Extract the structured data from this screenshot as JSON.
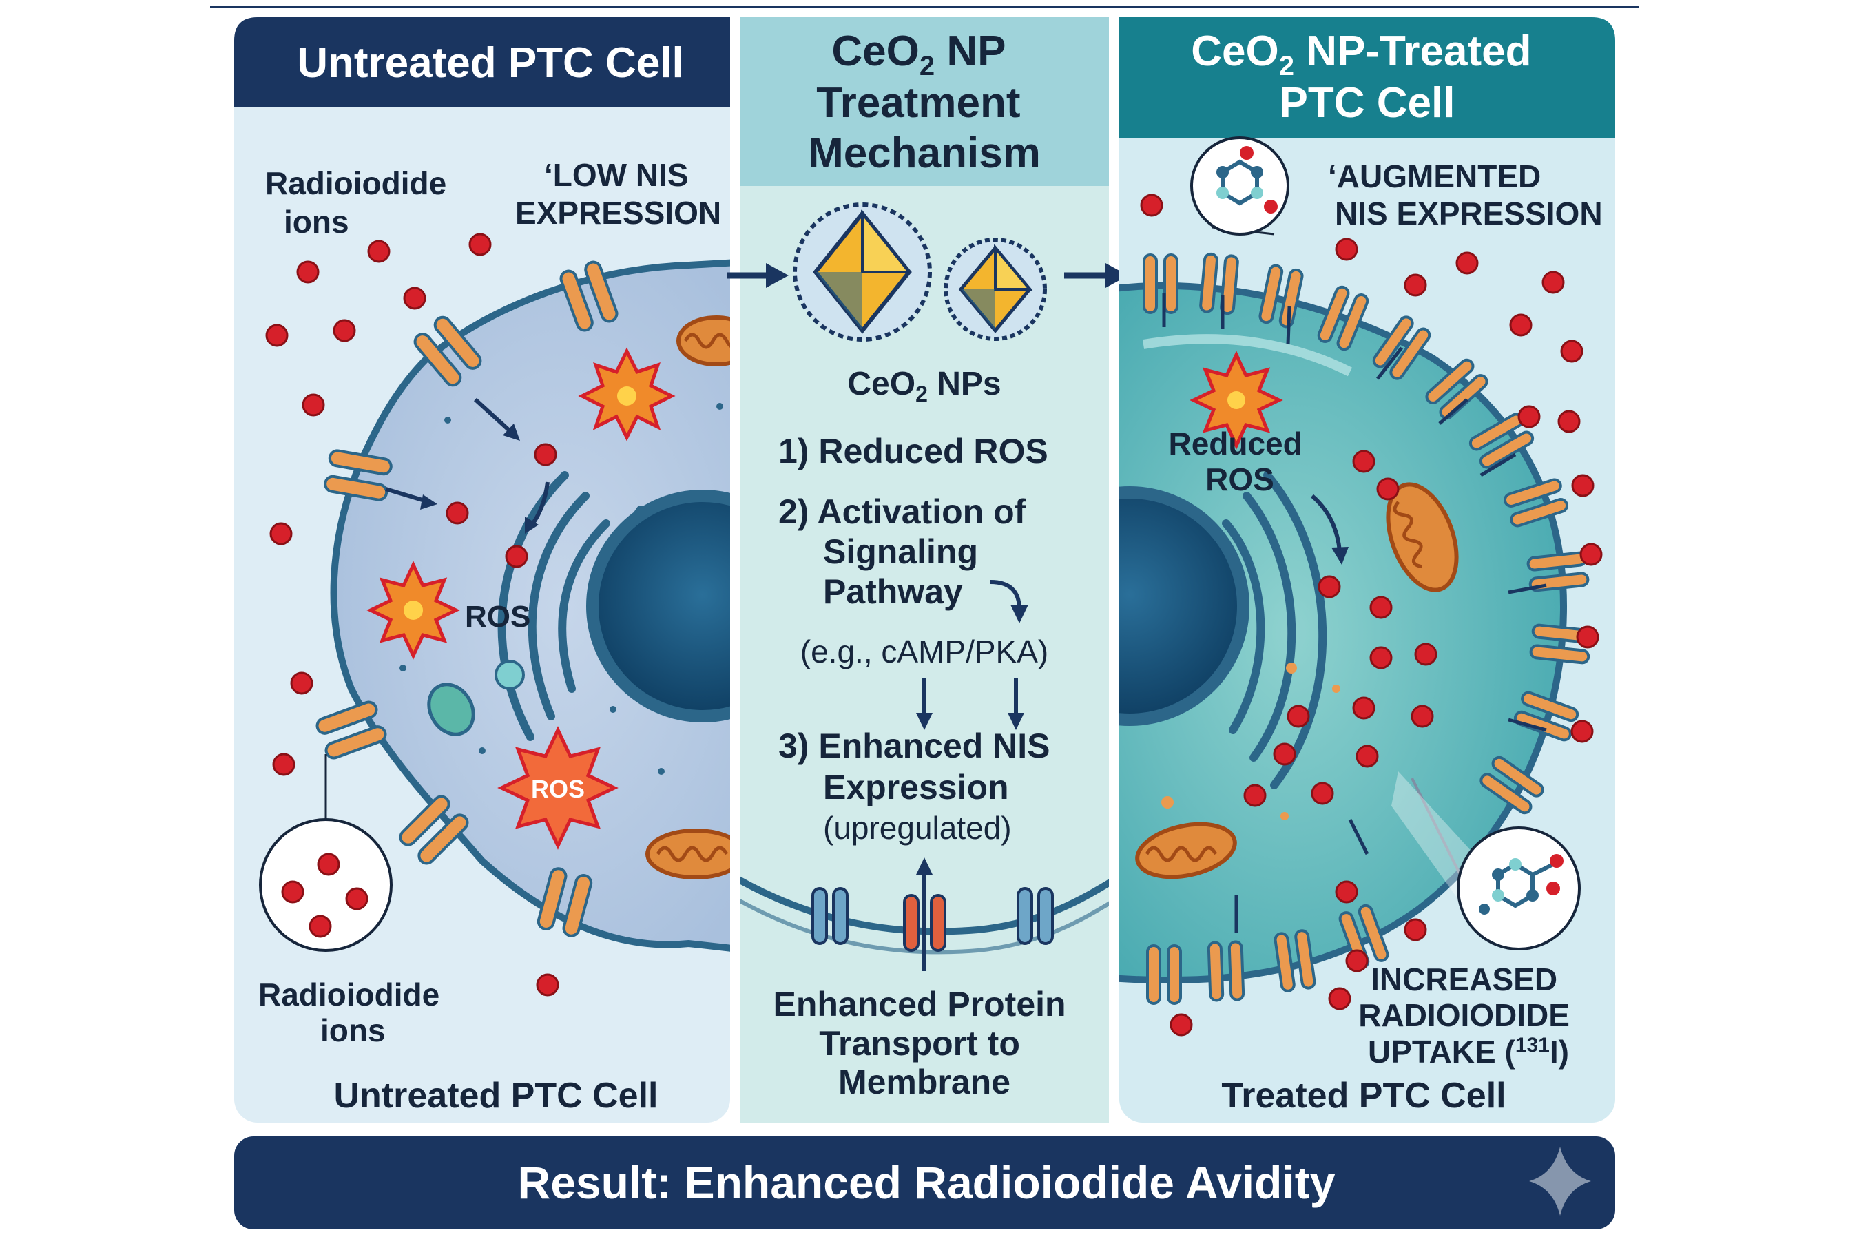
{
  "panels": {
    "left": {
      "header": "Untreated PTC Cell",
      "label_ions_top": [
        "Radioiodide",
        "ions"
      ],
      "label_nis": [
        "‘LOW NIS",
        "EXPRESSION"
      ],
      "label_ros_1": "ROS",
      "label_ros_2": "ROS",
      "label_ions_bottom": [
        "Radioiodide",
        "ions"
      ],
      "footer": "Untreated PTC Cell"
    },
    "middle": {
      "header": [
        "CeO",
        "2",
        " NP",
        "Treatment",
        "Mechanism"
      ],
      "np_label": [
        "CeO",
        "2",
        " NPs"
      ],
      "step1": "1) Reduced ROS",
      "step2": [
        "2) Activation of",
        "Signaling",
        "Pathway"
      ],
      "step2_example": "(e.g., cAMP/PKA)",
      "step3": [
        "3) Enhanced NIS",
        "Expression"
      ],
      "step3_note": "(upregulated)",
      "transport": [
        "Enhanced Protein",
        "Transport to",
        "Membrane"
      ]
    },
    "right": {
      "header": [
        "CeO",
        "2",
        " NP-Treated",
        "PTC Cell"
      ],
      "label_nis": [
        "‘AUGMENTED",
        "NIS EXPRESSION"
      ],
      "label_ros": [
        "Reduced",
        "ROS"
      ],
      "label_uptake": [
        "INCREASED",
        "RADIOIODIDE",
        "UPTAKE (",
        "131",
        "I)"
      ],
      "footer": "Treated PTC Cell"
    }
  },
  "result_banner": "Result: Enhanced Radioiodide Avidity",
  "colors": {
    "navy": "#1a3560",
    "teal_header": "#17808e",
    "mid_header": "#9fd3da",
    "left_bg": "#deedf5",
    "mid_bg": "#d2ebea",
    "right_bg": "#d4ebf2",
    "ion_red": "#d6202a",
    "channel_orange": "#eb9a4f",
    "membrane_blue": "#2c6689"
  }
}
